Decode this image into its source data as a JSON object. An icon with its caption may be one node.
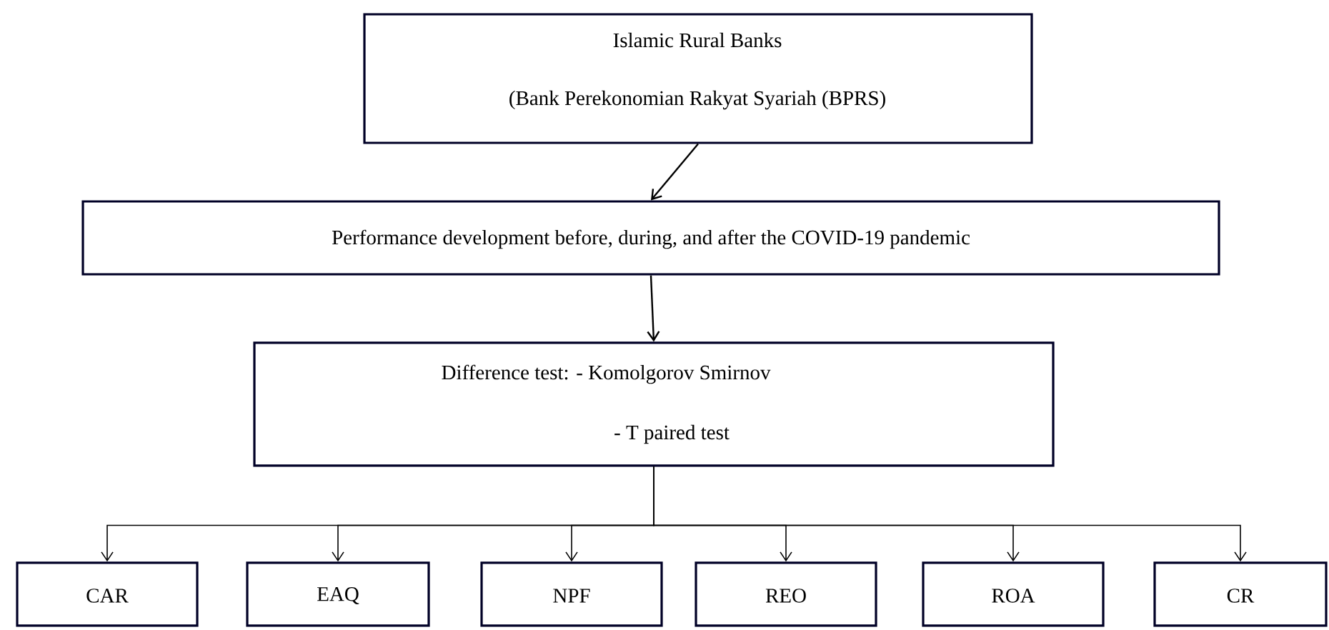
{
  "diagram": {
    "nodes": [
      {
        "text": [
          "Islamic Rural Banks",
          "(Bank Perekonomian Rakyat Syariah (BPRS)"
        ]
      },
      {
        "text": [
          "Performance development before, during, and after the COVID-19 pandemic"
        ]
      },
      {
        "text": [
          "Difference test: - Komolgorov Smirnov",
          "- T paired test"
        ]
      },
      {
        "text": [
          "CAR"
        ]
      },
      {
        "text": [
          "EAQ"
        ]
      },
      {
        "text": [
          "NPF"
        ]
      },
      {
        "text": [
          "REO"
        ]
      },
      {
        "text": [
          "ROA"
        ]
      },
      {
        "text": [
          "CR"
        ]
      }
    ],
    "edges": [
      {
        "from": 0,
        "to": 1,
        "arrow": "to"
      },
      {
        "from": 1,
        "to": 2,
        "arrow": "to"
      },
      {
        "from": 2,
        "to": 3,
        "arrow": "to"
      },
      {
        "from": 2,
        "to": 4,
        "arrow": "to"
      },
      {
        "from": 2,
        "to": 5,
        "arrow": "to"
      },
      {
        "from": 2,
        "to": 6,
        "arrow": "to"
      },
      {
        "from": 2,
        "to": 7,
        "arrow": "to"
      },
      {
        "from": 2,
        "to": 8,
        "arrow": "to"
      }
    ]
  }
}
